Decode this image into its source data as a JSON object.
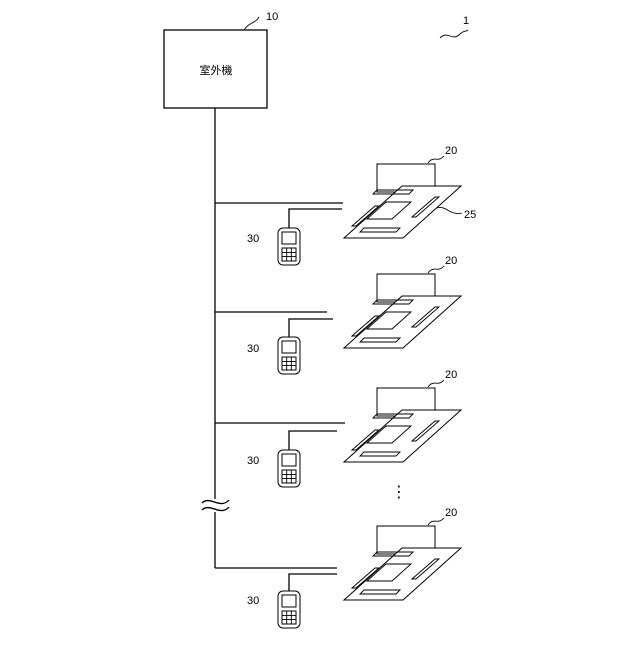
{
  "outdoor_unit": {
    "label": "室外機",
    "ref": "10"
  },
  "system_ref": "1",
  "indoor_units": [
    {
      "ref": "20",
      "panel_ref": "25",
      "remote_ref": "30"
    },
    {
      "ref": "20",
      "remote_ref": "30"
    },
    {
      "ref": "20",
      "remote_ref": "30"
    },
    {
      "ref": "20",
      "remote_ref": "30"
    }
  ],
  "continuation_marker": "⋮"
}
